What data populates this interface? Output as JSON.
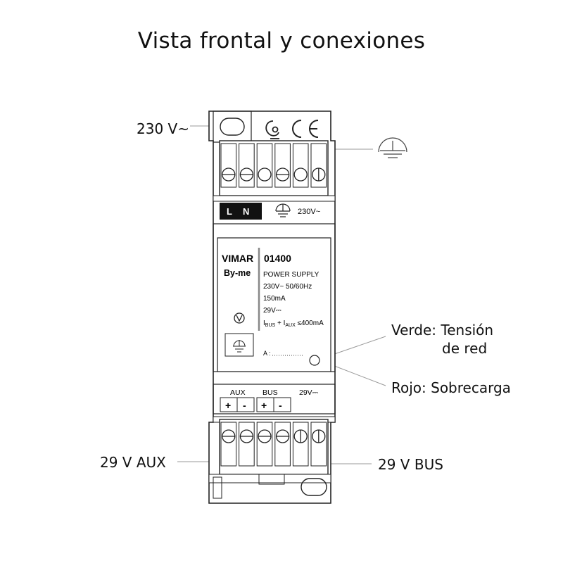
{
  "title": "Vista frontal y conexiones",
  "callouts": {
    "mains": "230 V~",
    "green_line1": "Verde: Tensión",
    "green_line2": "de red",
    "red": "Rojo: Sobrecarga",
    "aux": "29 V AUX",
    "bus": "29 V BUS"
  },
  "top_strip": {
    "l": "L",
    "n": "N",
    "voltage": "230V~"
  },
  "panel": {
    "brand": "VIMAR",
    "series": "By-me",
    "code": "01400",
    "spec1": "POWER SUPPLY",
    "spec2": "230V~ 50/60Hz",
    "spec3": "150mA",
    "spec4": "29V⎓",
    "spec5_i1": "I",
    "spec5_bus": "BUS",
    "spec5_plus": " + I",
    "spec5_aux": "AUX",
    "spec5_rest": " ≤400mA",
    "address_label": "A :"
  },
  "bottom_strip": {
    "aux": "AUX",
    "bus": "BUS",
    "voltage": "29V⎓",
    "plus1": "+",
    "minus1": "-",
    "plus2": "+",
    "minus2": "-"
  },
  "icons": [
    "ground-icon",
    "ce-mark-icon",
    "certification-mark-icon",
    "led-indicator-icon"
  ]
}
